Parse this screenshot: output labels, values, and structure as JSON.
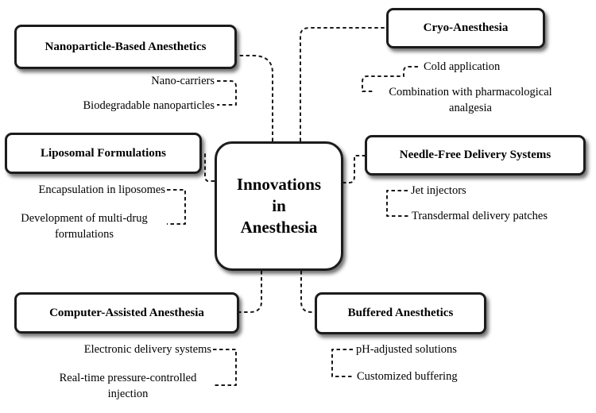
{
  "center": {
    "lines": [
      "Innovations",
      "in",
      "Anesthesia"
    ]
  },
  "branches": {
    "nanoparticle": {
      "title": "Nanoparticle-Based Anesthetics",
      "items": [
        "Nano-carriers",
        "Biodegradable nanoparticles"
      ]
    },
    "cryo": {
      "title": "Cryo-Anesthesia",
      "items": [
        "Cold application",
        "Combination with pharmacological",
        "analgesia"
      ]
    },
    "liposomal": {
      "title": "Liposomal Formulations",
      "items": [
        "Encapsulation in liposomes",
        "Development of multi-drug",
        "formulations"
      ]
    },
    "needle_free": {
      "title": "Needle-Free Delivery Systems",
      "items": [
        "Jet injectors",
        "Transdermal delivery patches"
      ]
    },
    "computer": {
      "title": "Computer-Assisted Anesthesia",
      "items": [
        "Electronic delivery systems",
        "Real-time pressure-controlled",
        "injection"
      ]
    },
    "buffered": {
      "title": "Buffered Anesthetics",
      "items": [
        "pH-adjusted solutions",
        "Customized buffering"
      ]
    }
  }
}
